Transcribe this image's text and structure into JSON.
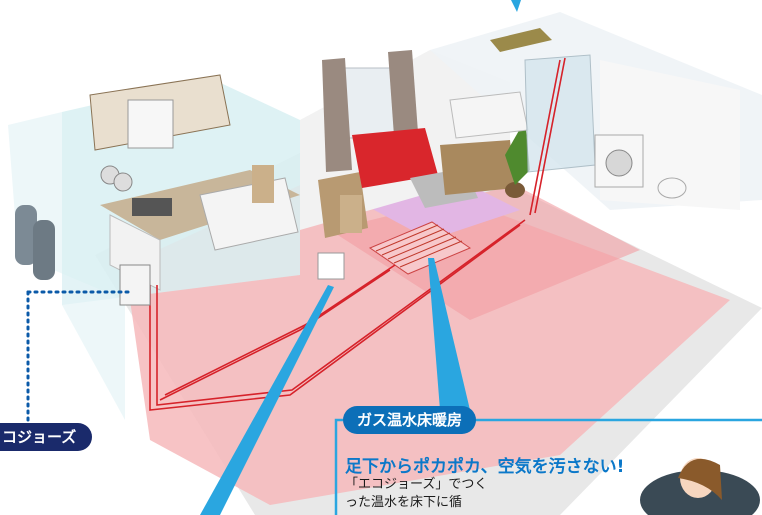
{
  "callouts": {
    "ecojoes_label": "コジョーズ",
    "floor_heating_label": "ガス温水床暖房",
    "floor_heating_headline": "足下からポカポカ、空気を汚さない!",
    "floor_heating_body": "「エコジョーズ」でつくった温水を床下に循"
  },
  "colors": {
    "floor_heating_zone": "#f4a3a8",
    "hot_water_pipe": "#d6222a",
    "callout_blue": "#0c6fb8",
    "callout_navy": "#1a2a6b",
    "leader_line": "#2aa6e0",
    "headline_blue": "#0b78c9"
  }
}
